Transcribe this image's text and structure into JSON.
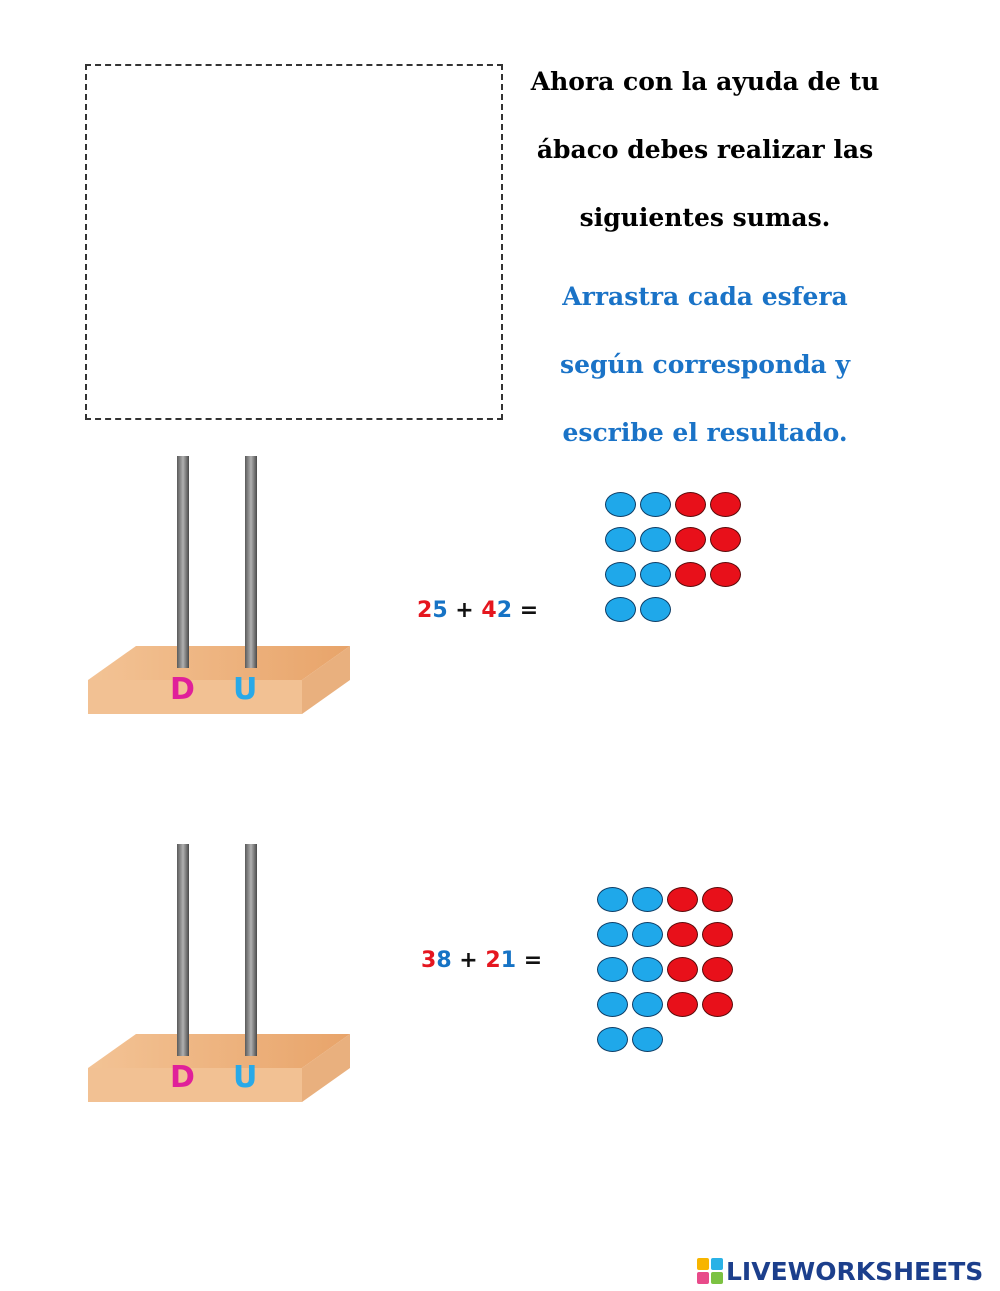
{
  "instructions": {
    "black_lines": [
      "Ahora con la ayuda de tu",
      "ábaco debes realizar las",
      "siguientes sumas."
    ],
    "blue_lines": [
      "Arrastra cada esfera",
      "según corresponda y",
      "escribe el resultado."
    ]
  },
  "abacus": {
    "tens_label": "D",
    "units_label": "U"
  },
  "exercises": [
    {
      "a_tens": "2",
      "a_units": "5",
      "plus": "+",
      "b_tens": "4",
      "b_units": "2",
      "equals": "=",
      "blue_beads": 8,
      "red_beads": 6
    },
    {
      "a_tens": "3",
      "a_units": "8",
      "plus": "+",
      "b_tens": "2",
      "b_units": "1",
      "equals": "=",
      "blue_beads": 10,
      "red_beads": 8
    }
  ],
  "colors": {
    "tens": "#e5161f",
    "units": "#1673c5",
    "blue_bead": "#1fa8ea",
    "red_bead": "#e8101a",
    "instruction_blue": "#1a73c7"
  },
  "logo": {
    "text": "LIVEWORKSHEETS",
    "icon": "liveworksheets-logo-icon"
  }
}
